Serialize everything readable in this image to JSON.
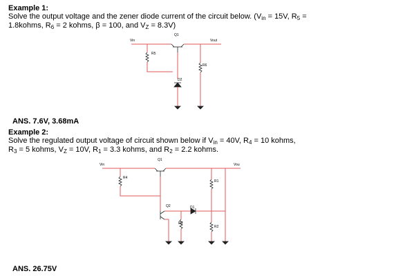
{
  "example1": {
    "heading": "Example 1:",
    "line1_a": "Solve the output voltage and the zener diode current of the circuit below. (V",
    "line1_sub_vin": "in",
    "line1_b": " = 15V, R",
    "line1_sub_r5": "5",
    "line1_c": " =",
    "line2_a": "1.8kohms, R",
    "line2_sub_r6": "6",
    "line2_b": " = 2 kohms, β = 100, and V",
    "line2_sub_vz": "Z",
    "line2_c": " = 8.3V)",
    "circuit": {
      "vin": "Vin",
      "vout": "Vout",
      "q1": "Q1",
      "r5": "R5",
      "r6": "R6",
      "d2": "D2"
    },
    "answer": "ANS. 7.6V, 3.68mA"
  },
  "example2": {
    "heading": "Example 2:",
    "line1_a": "Solve the regulated output voltage of circuit shown below if V",
    "line1_sub_vin": "in",
    "line1_b": " = 40V, R",
    "line1_sub_r4": "4",
    "line1_c": " = 10 kohms,",
    "line2_a": "R",
    "line2_sub_r3": "3",
    "line2_b": " = 5 kohms, V",
    "line2_sub_vz": "Z",
    "line2_c": " = 10V, R",
    "line2_sub_r1": "1",
    "line2_d": " = 3.3 kohms, and R",
    "line2_sub_r2": "2",
    "line2_e": " = 2.2 kohms.",
    "circuit": {
      "vin": "Vin",
      "vout": "Vou",
      "q1": "Q1",
      "q2": "Q2",
      "r4": "R4",
      "r1": "R1",
      "r3": "R3",
      "r2": "R2",
      "d1": "D1"
    },
    "answer": "ANS. 26.75V"
  },
  "colors": {
    "wire": "#e05a5a",
    "component": "#222222",
    "text": "#000000"
  }
}
